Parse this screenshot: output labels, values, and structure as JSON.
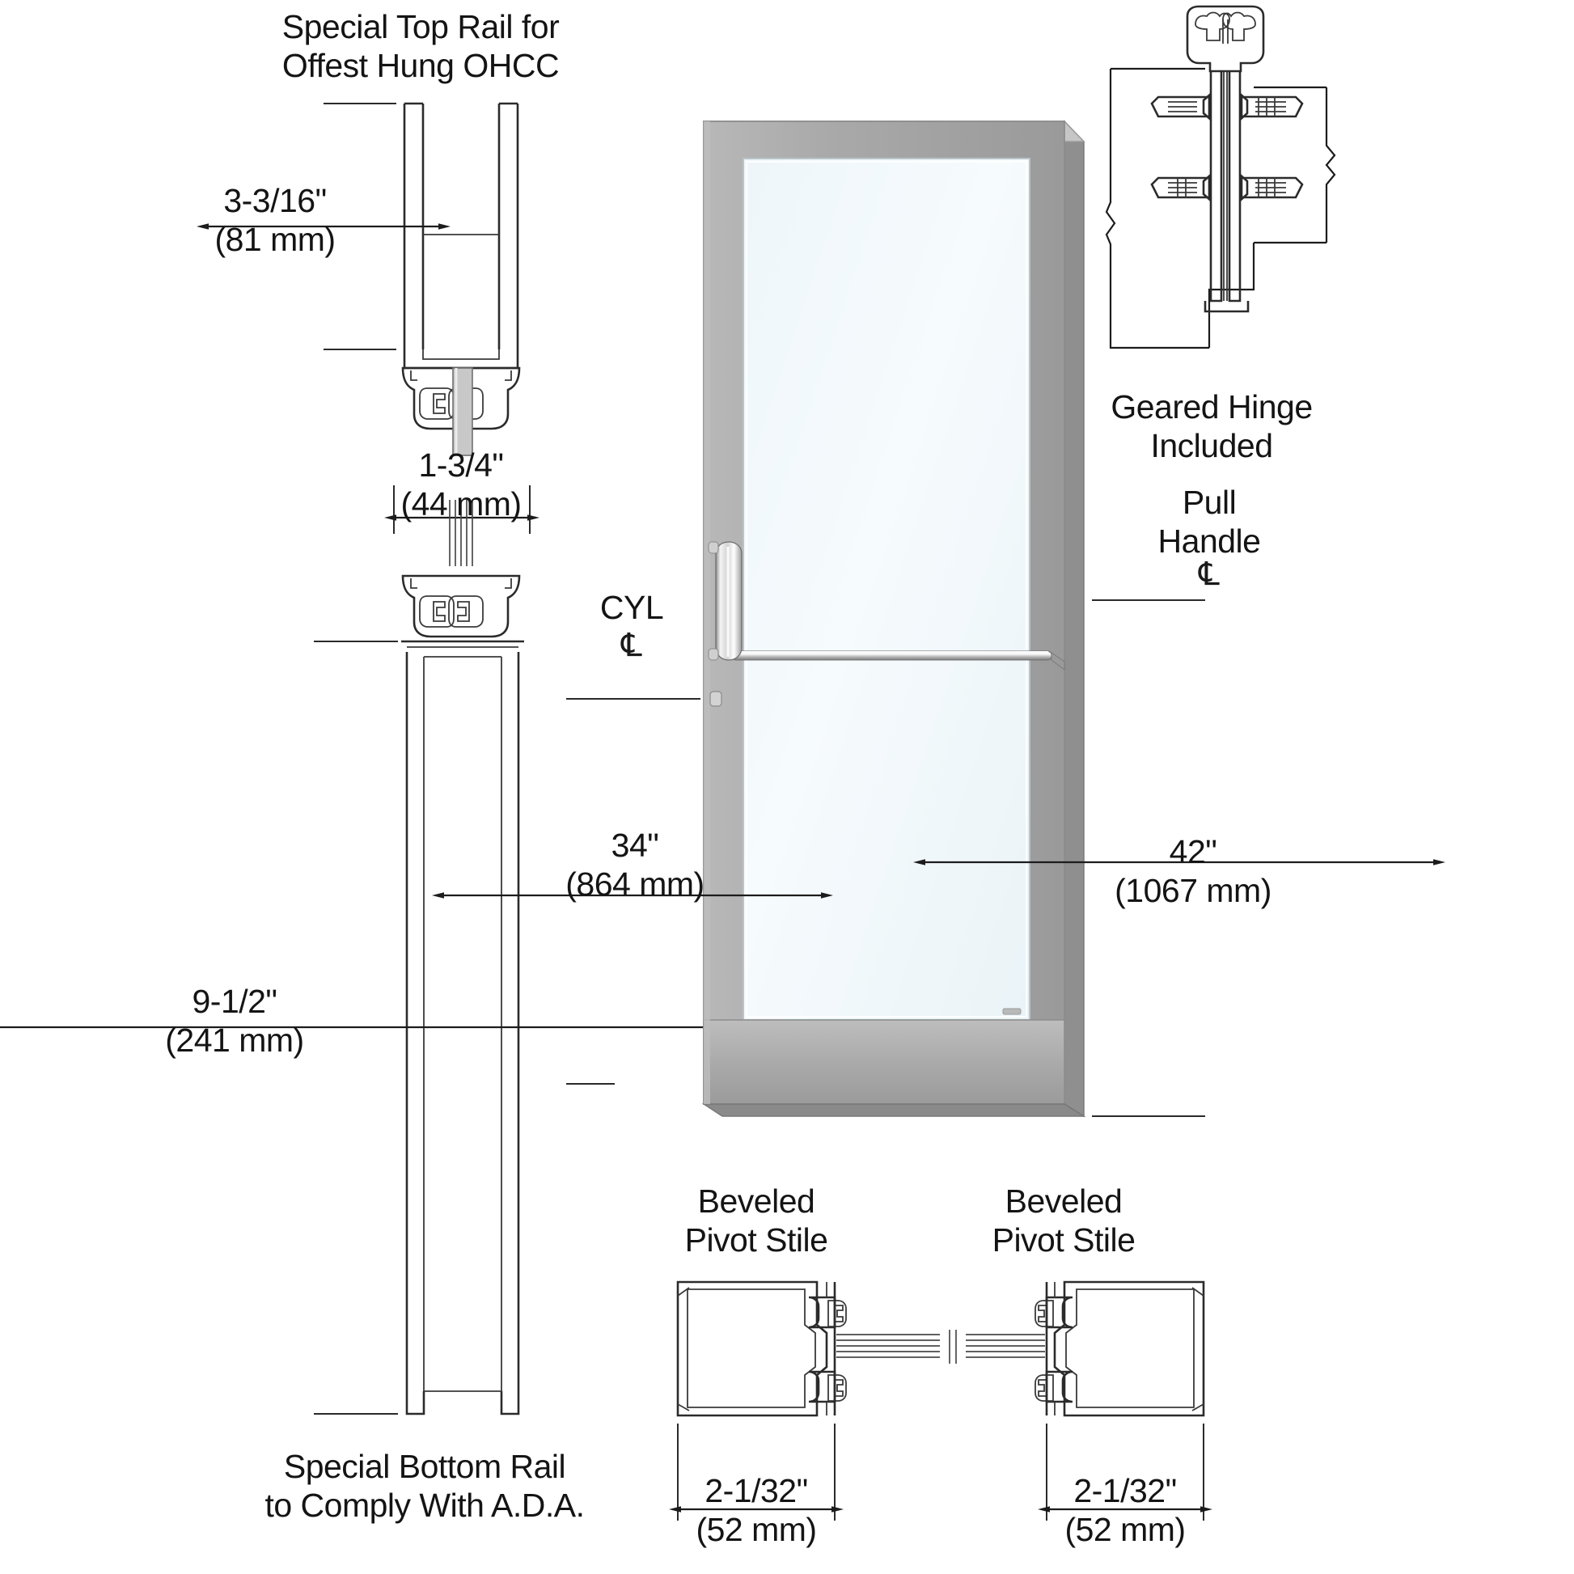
{
  "drawing": {
    "title_top_rail": "Special Top Rail for\nOffest Hung OHCC",
    "caption_bottom_rail": "Special Bottom Rail\nto Comply With A.D.A.",
    "geared_hinge": "Geared Hinge\nIncluded",
    "pull_handle": "Pull\nHandle",
    "cyl_label": "CYL",
    "centerline_symbol": "℄",
    "beveled_pivot_stile_left": "Beveled\nPivot Stile",
    "beveled_pivot_stile_right": "Beveled\nPivot Stile"
  },
  "dimensions": {
    "top_rail_height": {
      "imperial": "3-3/16\"",
      "metric": "(81 mm)"
    },
    "door_thickness": {
      "imperial": "1-3/4\"",
      "metric": "(44 mm)"
    },
    "bottom_rail_height": {
      "imperial": "9-1/2\"",
      "metric": "(241 mm)"
    },
    "cylinder_centerline": {
      "imperial": "34\"",
      "metric": "(864 mm)"
    },
    "pull_handle_centerline": {
      "imperial": "42\"",
      "metric": "(1067 mm)"
    },
    "pivot_stile_left_width": {
      "imperial": "2-1/32\"",
      "metric": "(52 mm)"
    },
    "pivot_stile_right_width": {
      "imperial": "2-1/32\"",
      "metric": "(52 mm)"
    }
  },
  "colors": {
    "frame": "#a9a9a9",
    "frame_light": "#c4c4c4",
    "frame_dark": "#8e8e8e",
    "glass": "#f0f7fa",
    "glass_edge": "#dfeaef",
    "line": "#1c1c1c",
    "hardware": "#d6d6d6",
    "background": "#ffffff"
  }
}
